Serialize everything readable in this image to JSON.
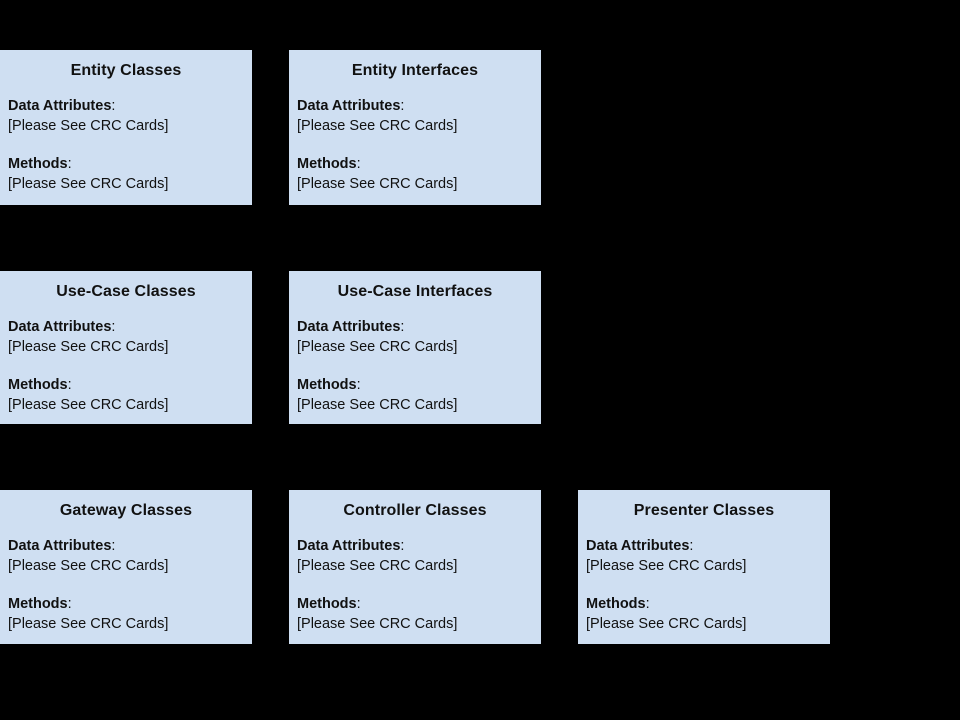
{
  "diagram": {
    "background_color": "#000000",
    "box_fill_color": "#cfdff2",
    "text_color": "#111111",
    "attribute_label": "Data Attributes",
    "method_label": "Methods",
    "colon": ":",
    "placeholder_value": "[Please See CRC Cards]",
    "boxes": [
      {
        "title": "Entity Classes",
        "attributes_label": "Data Attributes",
        "attributes_value": "[Please See CRC Cards]",
        "methods_label": "Methods",
        "methods_value": "[Please See CRC Cards]"
      },
      {
        "title": "Entity Interfaces",
        "attributes_label": "Data Attributes",
        "attributes_value": "[Please See CRC Cards]",
        "methods_label": "Methods",
        "methods_value": "[Please See CRC Cards]"
      },
      {
        "title": "Use-Case Classes",
        "attributes_label": "Data Attributes",
        "attributes_value": "[Please See CRC Cards]",
        "methods_label": "Methods",
        "methods_value": "[Please See CRC Cards]"
      },
      {
        "title": "Use-Case Interfaces",
        "attributes_label": "Data Attributes",
        "attributes_value": "[Please See CRC Cards]",
        "methods_label": "Methods",
        "methods_value": "[Please See CRC Cards]"
      },
      {
        "title": "Gateway Classes",
        "attributes_label": "Data Attributes",
        "attributes_value": "[Please See CRC Cards]",
        "methods_label": "Methods",
        "methods_value": "[Please See CRC Cards]"
      },
      {
        "title": "Controller Classes",
        "attributes_label": "Data Attributes",
        "attributes_value": "[Please See CRC Cards]",
        "methods_label": "Methods",
        "methods_value": "[Please See CRC Cards]"
      },
      {
        "title": "Presenter Classes",
        "attributes_label": "Data Attributes",
        "attributes_value": "[Please See CRC Cards]",
        "methods_label": "Methods",
        "methods_value": "[Please See CRC Cards]"
      }
    ]
  }
}
